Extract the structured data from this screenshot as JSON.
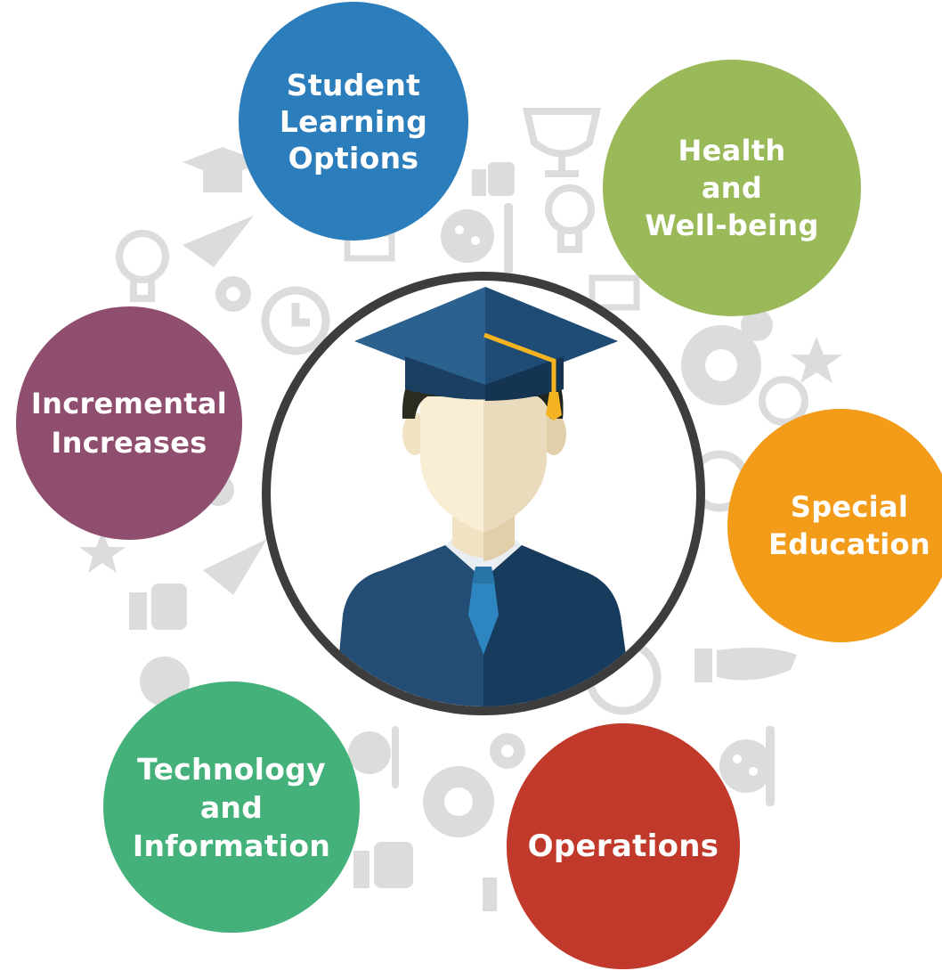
{
  "diagram": {
    "center": {
      "figure": "graduate-student-avatar"
    },
    "topics": [
      {
        "label_lines": [
          "Student",
          "Learning",
          "Options"
        ],
        "color": "#2c7dbb"
      },
      {
        "label_lines": [
          "Health",
          "and",
          "Well-being"
        ],
        "color": "#9aba59"
      },
      {
        "label_lines": [
          "Incremental",
          "Increases"
        ],
        "color": "#8f4e6e"
      },
      {
        "label_lines": [
          "Special",
          "Education"
        ],
        "color": "#f39c1a"
      },
      {
        "label_lines": [
          "Technology",
          "and",
          "Information"
        ],
        "color": "#44b17a"
      },
      {
        "label_lines": [
          "Operations"
        ],
        "color": "#c0392b"
      }
    ],
    "background_icons": [
      "graduation-cap-icon",
      "paper-plane-icon",
      "lightbulb-icon",
      "gear-icon",
      "clock-icon",
      "trophy-icon",
      "thumbs-up-icon",
      "palette-icon",
      "book-icon",
      "star-icon",
      "target-icon",
      "hand-icon"
    ]
  }
}
